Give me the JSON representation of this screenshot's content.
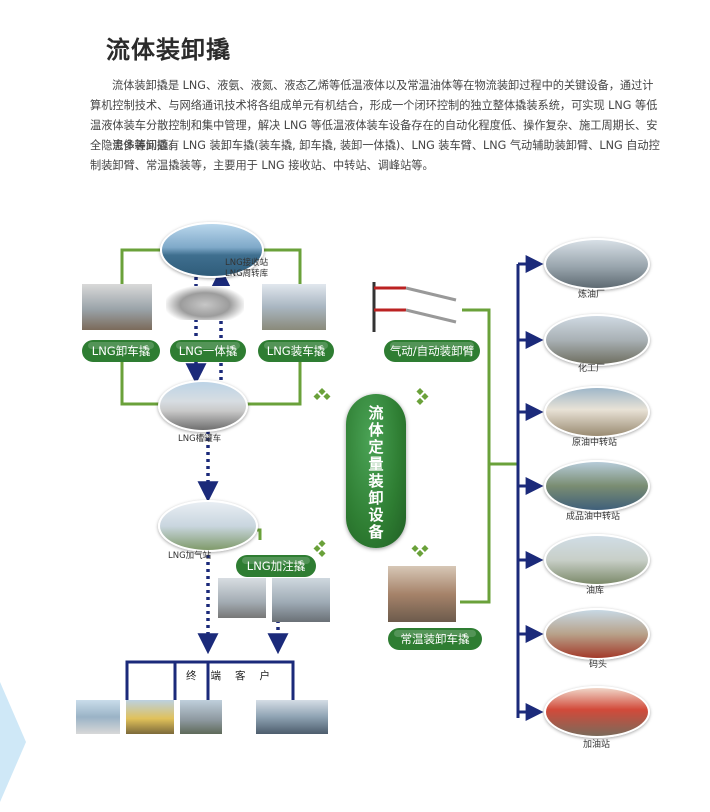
{
  "title": "流体装卸撬",
  "intro": [
    "流体装卸撬是 LNG、液氨、液氮、液态乙烯等低温液体以及常温油体等在物流装卸过程中的关键设备，通过计算机控制技术、与网络通讯技术将各组成单元有机结合，形成一个闭环控制的独立整体撬装系统，可实现 LNG 等低温液体装车分散控制和集中管理，解决 LNG 等低温液体装车设备存在的自动化程度低、操作复杂、施工周期长、安全隐患多等问题。",
    "流体装卸撬有 LNG 装卸车撬(装车撬, 卸车撬, 装卸一体撬)、LNG 装车臂、LNG 气动辅助装卸臂、LNG 自动控制装卸臂、常温撬装等，主要用于 LNG 接收站、中转站、调峰站等。"
  ],
  "center_label": [
    "流",
    "体",
    "定",
    "量",
    "装",
    "卸",
    "设",
    "备"
  ],
  "pills": {
    "lng_unload": "LNG卸车撬",
    "lng_integrated": "LNG一体撬",
    "lng_load": "LNG装车撬",
    "pneumatic_arm": "气动/自动装卸臂",
    "lng_fueling": "LNG加注撬",
    "normal_temp": "常温装卸车撬"
  },
  "captions": {
    "receiving_station_1": "LNG接收站",
    "receiving_station_2": "LNG周转库",
    "tanker": "LNG槽罐车",
    "gas_station": "LNG加气站",
    "terminal_customers": "终端客户"
  },
  "destinations": [
    "炼油厂",
    "化工厂",
    "原油中转站",
    "成品油中转站",
    "油库",
    "码头",
    "加油站"
  ],
  "colors": {
    "green": "#6aa13a",
    "dark_green": "#2e7d32",
    "navy": "#1b2a7a"
  }
}
